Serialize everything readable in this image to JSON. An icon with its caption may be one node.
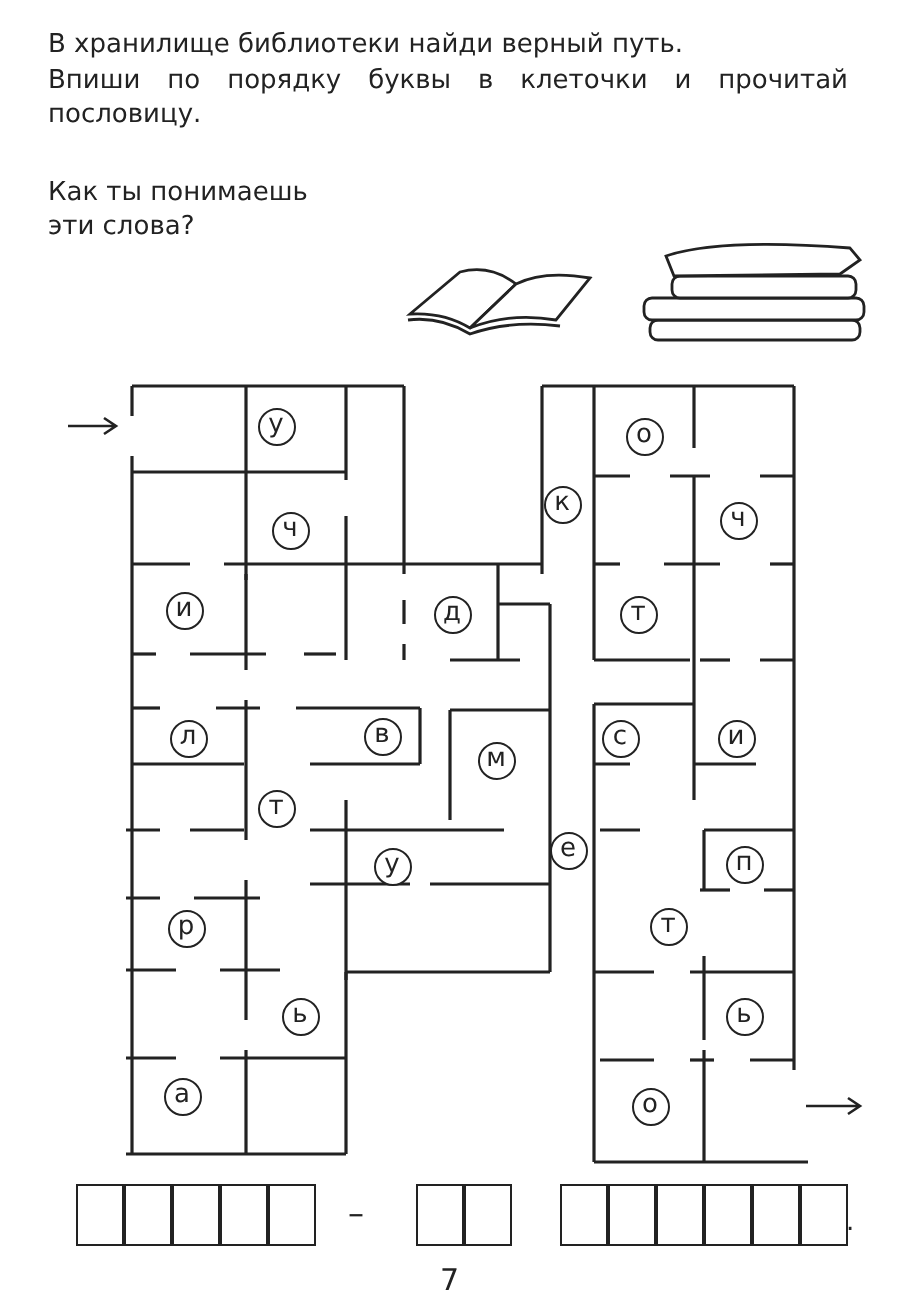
{
  "diagram": {
    "nodes": [
      {
        "text": [
          "у"
        ]
      },
      {
        "text": [
          "о"
        ]
      },
      {
        "text": [
          "к"
        ]
      },
      {
        "text": [
          "ч"
        ]
      },
      {
        "text": [
          "ч"
        ]
      },
      {
        "text": [
          "и"
        ]
      },
      {
        "text": [
          "д"
        ]
      },
      {
        "text": [
          "т"
        ]
      },
      {
        "text": [
          "л"
        ]
      },
      {
        "text": [
          "в"
        ]
      },
      {
        "text": [
          "м"
        ]
      },
      {
        "text": [
          "с"
        ]
      },
      {
        "text": [
          "и"
        ]
      },
      {
        "text": [
          "т"
        ]
      },
      {
        "text": [
          "у"
        ]
      },
      {
        "text": [
          "е"
        ]
      },
      {
        "text": [
          "п"
        ]
      },
      {
        "text": [
          "р"
        ]
      },
      {
        "text": [
          "т"
        ]
      },
      {
        "text": [
          "ь"
        ]
      },
      {
        "text": [
          "ь"
        ]
      },
      {
        "text": [
          "а"
        ]
      },
      {
        "text": [
          "о"
        ]
      }
    ],
    "labels": [
      "В хранилище библиотеки найди верный путь.",
      "Впиши по порядку буквы в клеточки и прочитай пословицу.",
      "Как ты понимаешь эти слова?",
      "–",
      ".",
      "7"
    ]
  }
}
